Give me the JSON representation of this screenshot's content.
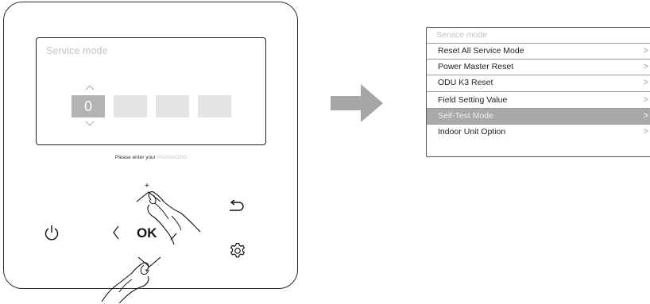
{
  "controller": {
    "screen_title": "Service mode",
    "password_digit": "0",
    "hint_prefix": "Please enter your ",
    "hint_keyword": "PASSWORD",
    "ok_label": "OK",
    "up_label": "+",
    "down_label": "-"
  },
  "menu": {
    "title": "Service mode",
    "items": [
      {
        "label": "Reset All Service Mode",
        "selected": false
      },
      {
        "label": "Power Master Reset",
        "selected": false
      },
      {
        "label": "ODU K3 Reset",
        "selected": false
      },
      {
        "label": "Field Setting Value",
        "selected": false
      },
      {
        "label": "Self-Test Mode",
        "selected": true
      },
      {
        "label": "Indoor Unit Option",
        "selected": false
      }
    ],
    "chevron": ">"
  },
  "colors": {
    "selected_row": "#a9a9a9",
    "arrow": "#a6a6a6",
    "inactive_text": "#c4c4c4"
  }
}
